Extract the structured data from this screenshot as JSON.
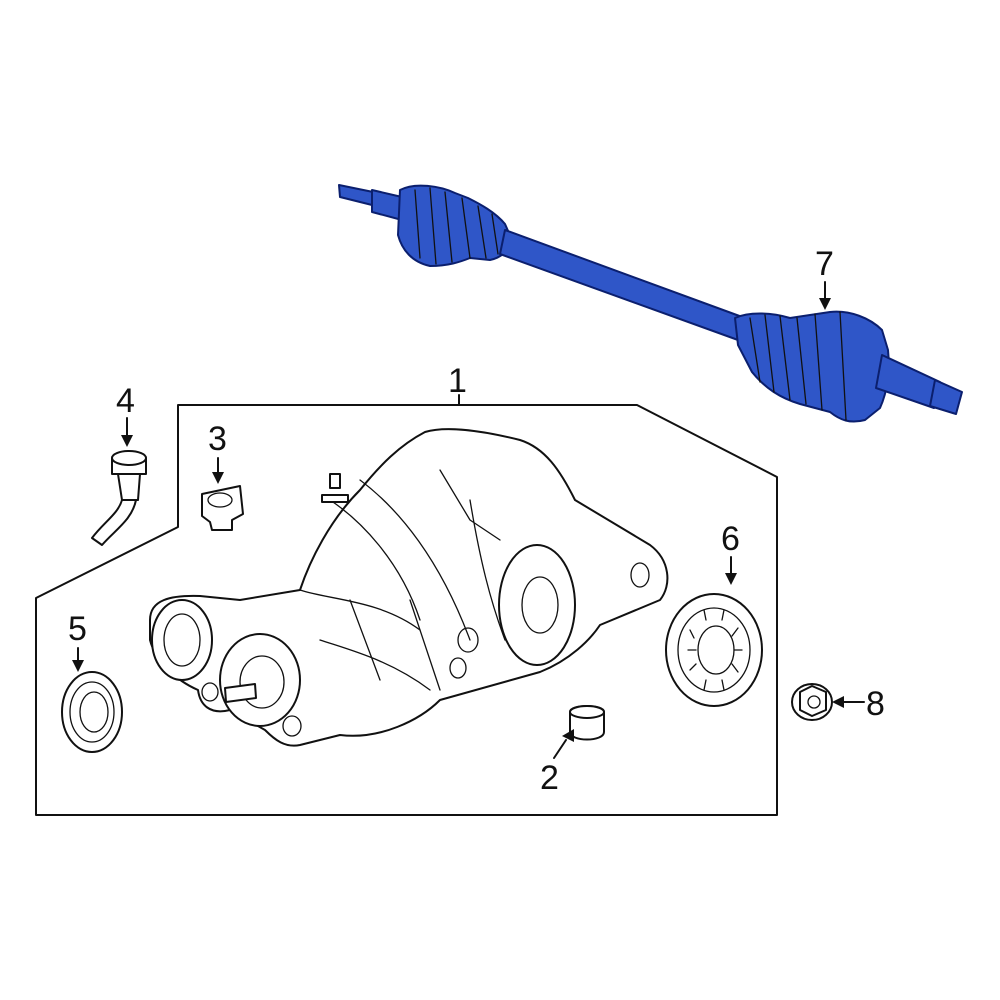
{
  "diagram": {
    "callouts": [
      {
        "id": "1",
        "label": "1"
      },
      {
        "id": "2",
        "label": "2"
      },
      {
        "id": "3",
        "label": "3"
      },
      {
        "id": "4",
        "label": "4"
      },
      {
        "id": "5",
        "label": "5"
      },
      {
        "id": "6",
        "label": "6"
      },
      {
        "id": "7",
        "label": "7"
      },
      {
        "id": "8",
        "label": "8"
      }
    ],
    "highlight_color": "#2f56c8",
    "highlight_part": "7",
    "parts": [
      "differential-assembly",
      "pinion-seal-cap",
      "vent-clip",
      "vent-hose",
      "pinion-seal",
      "axle-seal",
      "axle-shaft",
      "flange-nut"
    ]
  }
}
